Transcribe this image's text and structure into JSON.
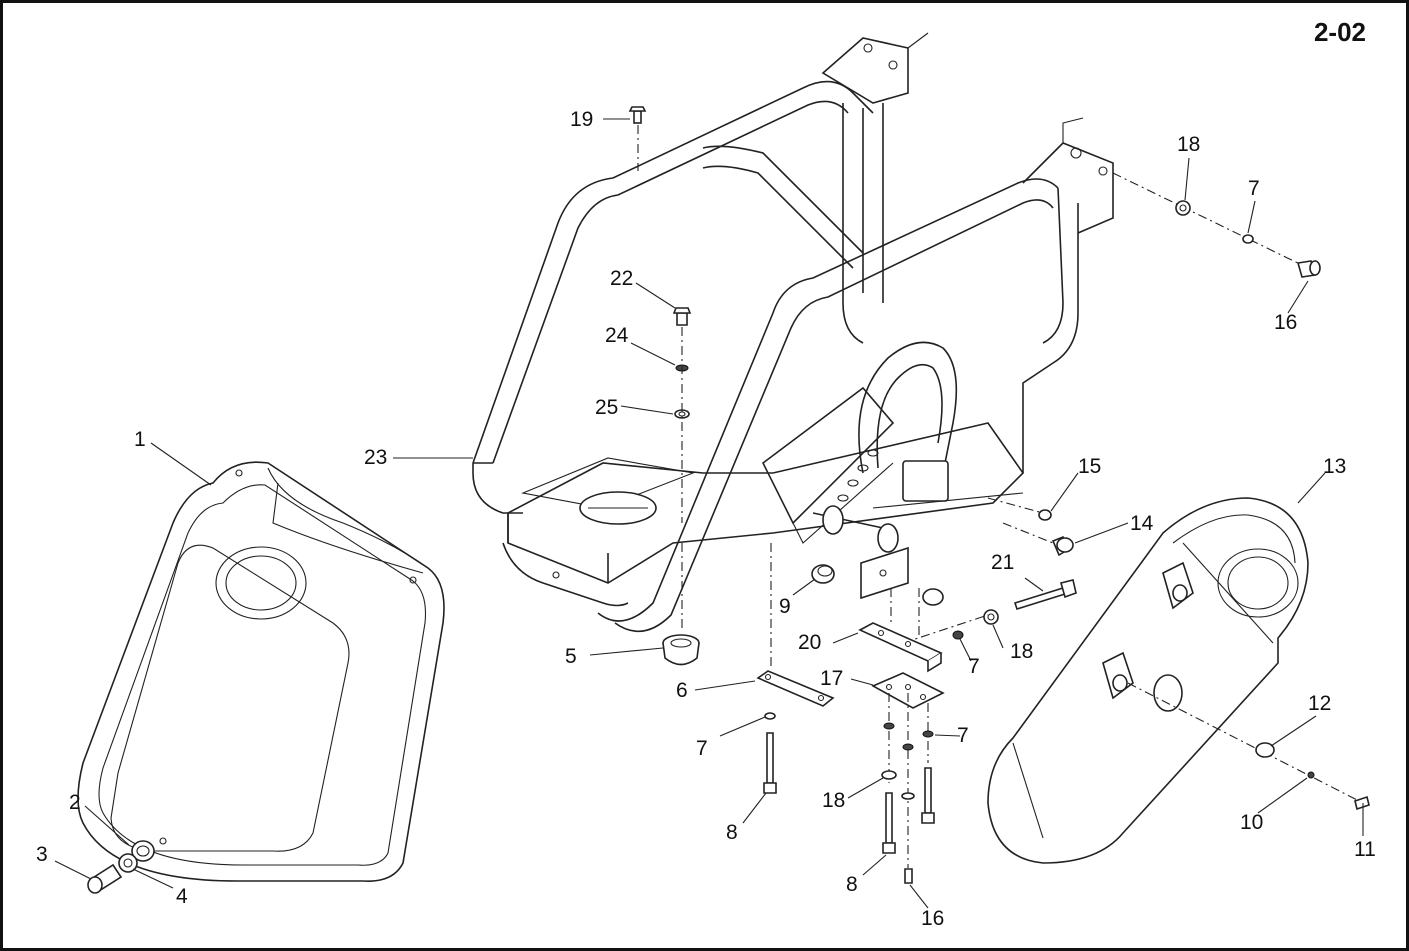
{
  "sheet_id": "2-02",
  "callouts": {
    "c1": "1",
    "c2": "2",
    "c3": "3",
    "c4": "4",
    "c5": "5",
    "c6": "6",
    "c7a": "7",
    "c7b": "7",
    "c7c": "7",
    "c7d": "7",
    "c8a": "8",
    "c8b": "8",
    "c9": "9",
    "c10": "10",
    "c11": "11",
    "c12": "12",
    "c13": "13",
    "c14": "14",
    "c15": "15",
    "c16a": "16",
    "c16b": "16",
    "c17": "17",
    "c18a": "18",
    "c18b": "18",
    "c18c": "18",
    "c19": "19",
    "c20": "20",
    "c21": "21",
    "c22": "22",
    "c23": "23",
    "c24": "24",
    "c25": "25"
  }
}
